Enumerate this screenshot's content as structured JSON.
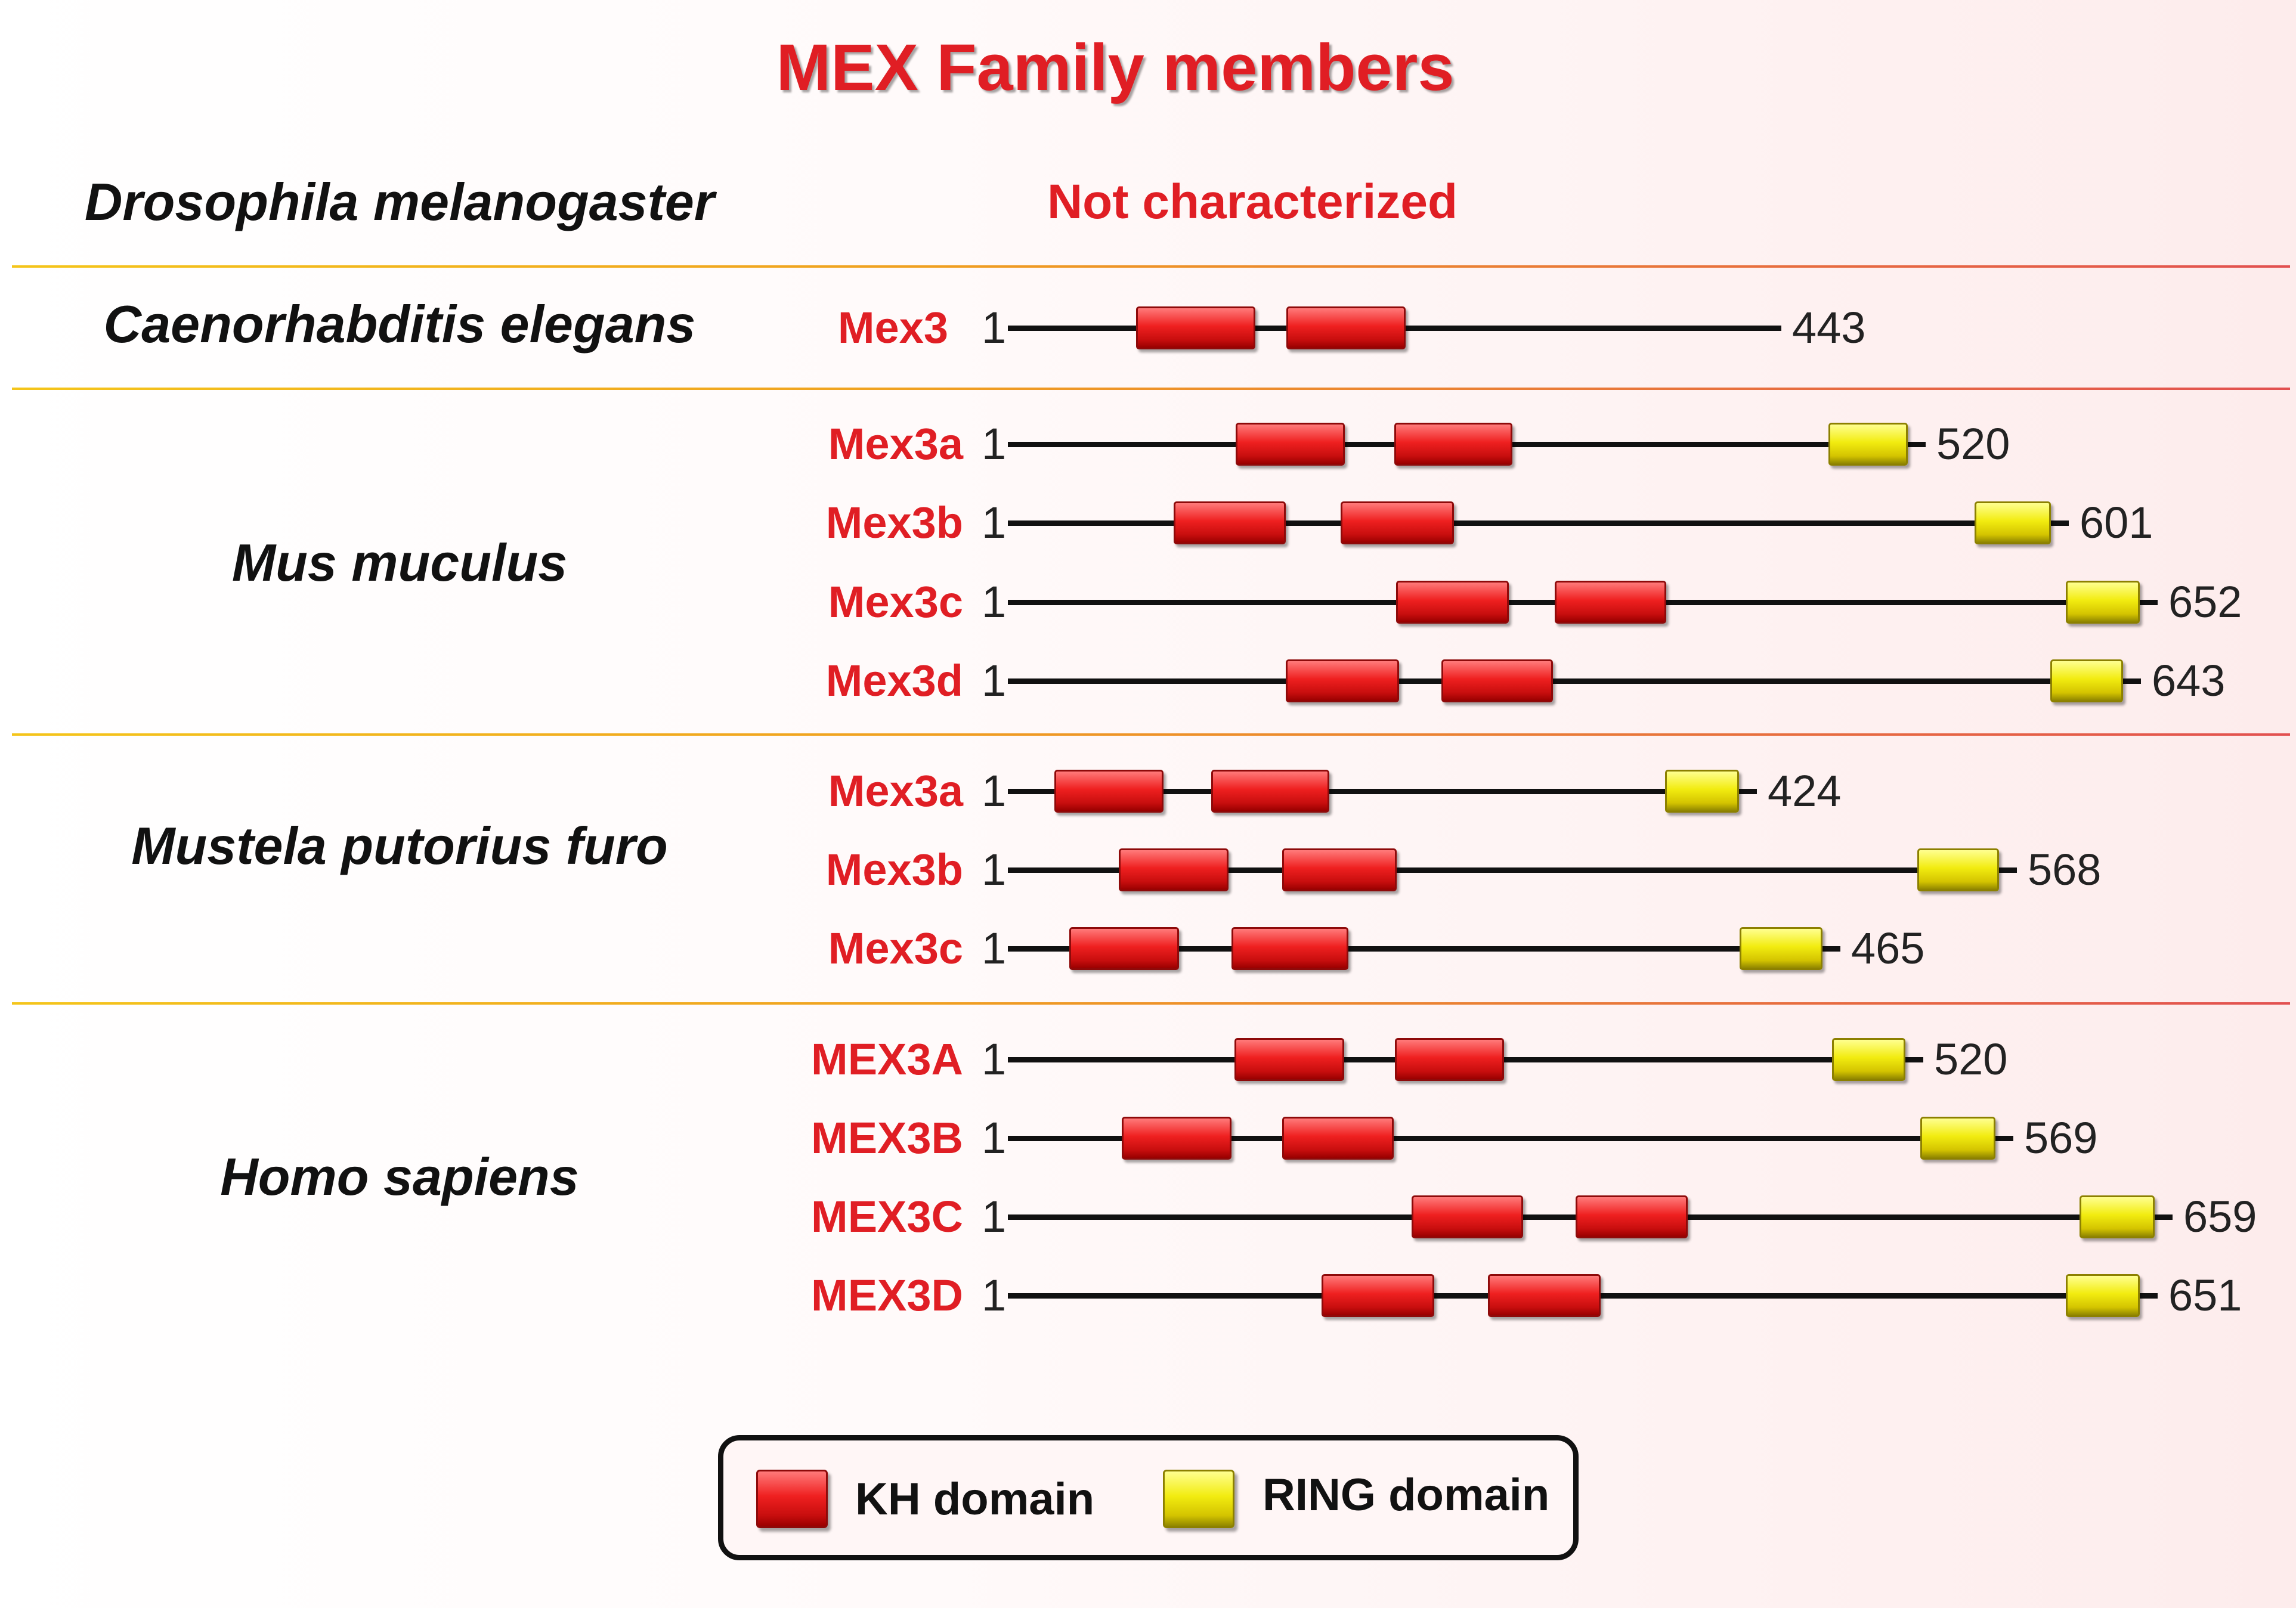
{
  "title": "MEX Family members",
  "not_characterized": "Not characterized",
  "groups": [
    {
      "species": "Drosophila melanogaster",
      "proteins": []
    },
    {
      "species": "Caenorhabditis elegans",
      "proteins": [
        {
          "name": "Mex3",
          "start": "1",
          "length": 443,
          "kh": [
            [
              215,
              415
            ],
            [
              467,
              667
            ]
          ],
          "ring": null
        }
      ]
    },
    {
      "species": "Mus muculus",
      "proteins": [
        {
          "name": "Mex3a",
          "start": "1",
          "length": 520,
          "kh": [
            [
              382,
              565
            ],
            [
              648,
              846
            ]
          ],
          "ring": [
            1376,
            1509
          ]
        },
        {
          "name": "Mex3b",
          "start": "1",
          "length": 601,
          "kh": [
            [
              278,
              466
            ],
            [
              558,
              748
            ]
          ],
          "ring": [
            1621,
            1749
          ]
        },
        {
          "name": "Mex3c",
          "start": "1",
          "length": 652,
          "kh": [
            [
              651,
              840
            ],
            [
              917,
              1104
            ]
          ],
          "ring": [
            1774,
            1898
          ]
        },
        {
          "name": "Mex3d",
          "start": "1",
          "length": 643,
          "kh": [
            [
              466,
              656
            ],
            [
              727,
              914
            ]
          ],
          "ring": [
            1748,
            1870
          ]
        }
      ]
    },
    {
      "species": "Mustela putorius furo",
      "proteins": [
        {
          "name": "Mex3a",
          "start": "1",
          "length": 424,
          "kh": [
            [
              78,
              261
            ],
            [
              341,
              539
            ]
          ],
          "ring": [
            1102,
            1226
          ]
        },
        {
          "name": "Mex3b",
          "start": "1",
          "length": 568,
          "kh": [
            [
              186,
              370
            ],
            [
              460,
              652
            ]
          ],
          "ring": [
            1525,
            1662
          ]
        },
        {
          "name": "Mex3c",
          "start": "1",
          "length": 465,
          "kh": [
            [
              103,
              287
            ],
            [
              375,
              571
            ]
          ],
          "ring": [
            1227,
            1366
          ]
        }
      ]
    },
    {
      "species": "Homo sapiens",
      "proteins": [
        {
          "name": "MEX3A",
          "start": "1",
          "length": 520,
          "kh": [
            [
              380,
              564
            ],
            [
              649,
              832
            ]
          ],
          "ring": [
            1382,
            1505
          ]
        },
        {
          "name": "MEX3B",
          "start": "1",
          "length": 569,
          "kh": [
            [
              191,
              375
            ],
            [
              460,
              647
            ]
          ],
          "ring": [
            1530,
            1656
          ]
        },
        {
          "name": "MEX3C",
          "start": "1",
          "length": 659,
          "kh": [
            [
              677,
              864
            ],
            [
              952,
              1140
            ]
          ],
          "ring": [
            1797,
            1923
          ]
        },
        {
          "name": "MEX3D",
          "start": "1",
          "length": 651,
          "kh": [
            [
              526,
              715
            ],
            [
              805,
              994
            ]
          ],
          "ring": [
            1774,
            1898
          ]
        }
      ]
    }
  ],
  "legend": {
    "kh_label": "KH domain",
    "ring_label": "RING domain"
  },
  "colors": {
    "kh": "#e8211f",
    "ring": "#eee31a",
    "label": "#e01e24",
    "text": "#111111"
  }
}
